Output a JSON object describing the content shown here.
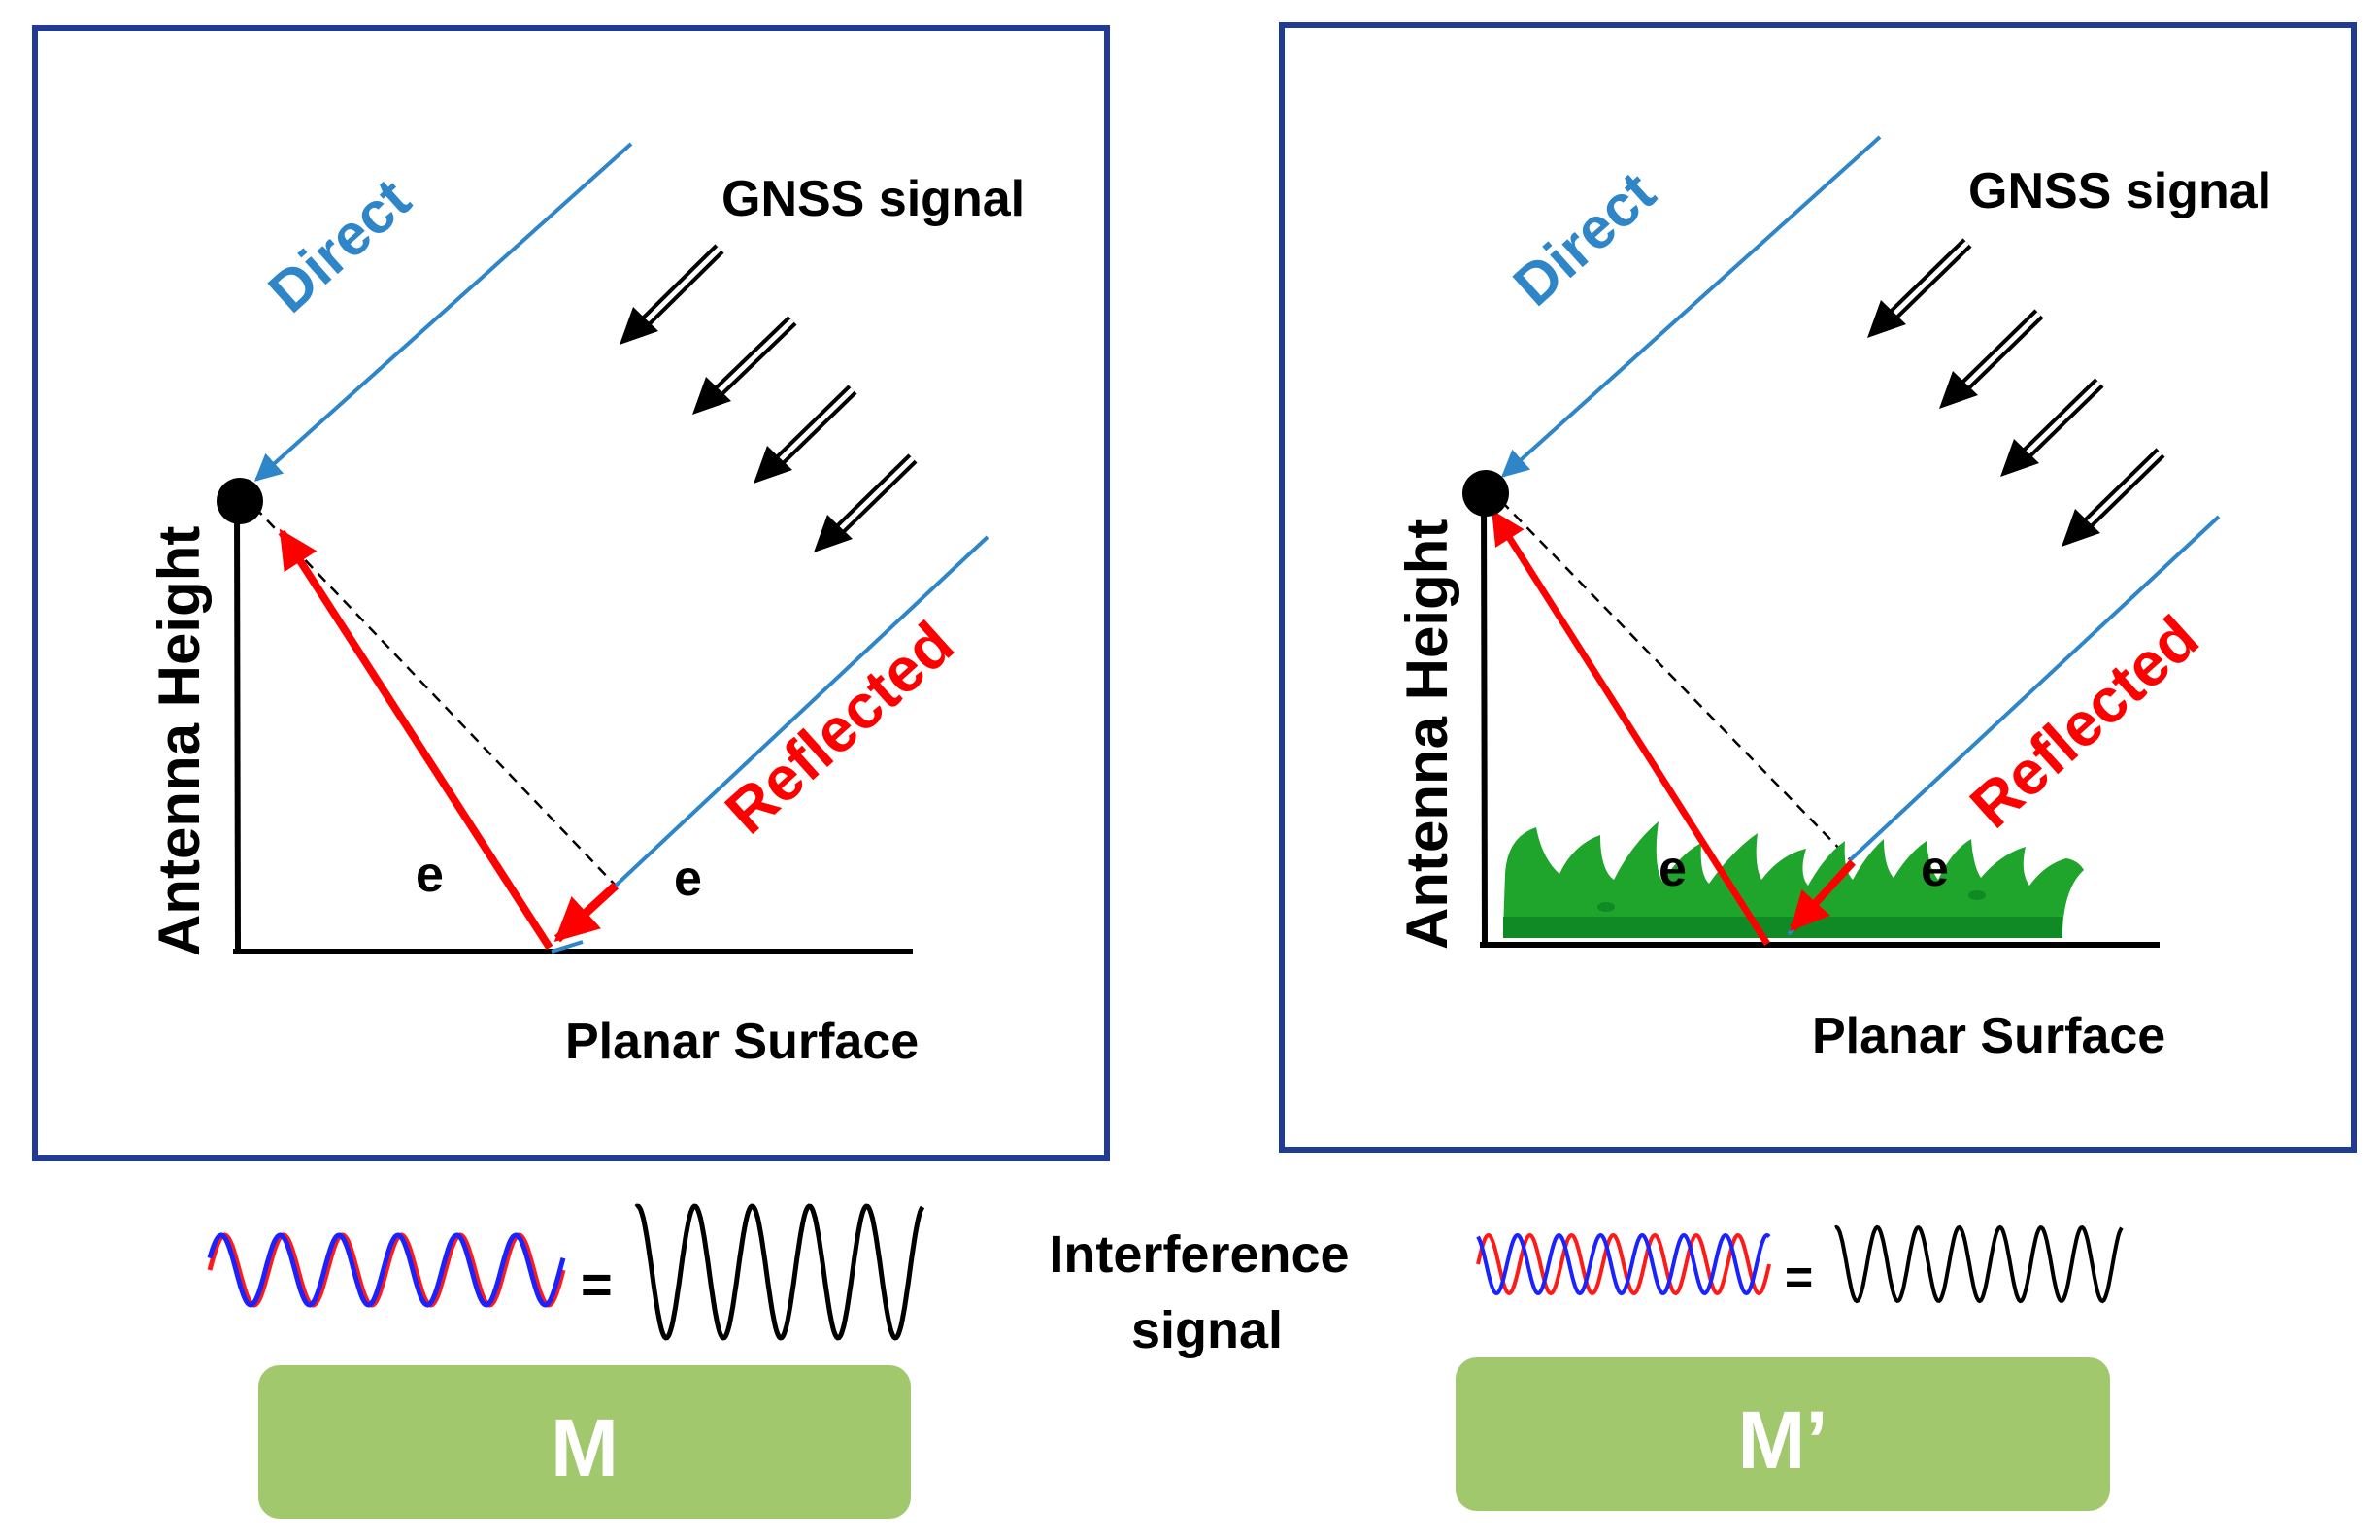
{
  "panels": [
    {
      "direct_label": "Direct",
      "gnss_label": "GNSS signal",
      "reflected_label": "Reflected",
      "height_label": "Antenna Height",
      "angle_label_left": "e",
      "angle_label_right": "e",
      "surface_label": "Planar Surface",
      "vegetation": false
    },
    {
      "direct_label": "Direct",
      "gnss_label": "GNSS signal",
      "reflected_label": "Reflected",
      "height_label": "Antenna Height",
      "angle_label_left": "e",
      "angle_label_right": "e",
      "surface_label": "Planar Surface",
      "vegetation": true
    }
  ],
  "interference": {
    "label_line1": "Interference",
    "label_line2": "signal",
    "equals_left": "=",
    "equals_right": "=",
    "box_left": "M",
    "box_right": "M’"
  },
  "colors": {
    "frame": "#1f3b95",
    "direct": "#2e86c9",
    "reflected": "#ff0000",
    "grass": "#1fa52b",
    "grass_dark": "#0f8a24",
    "box": "#a2c86e",
    "wave_red": "#ff1a1a",
    "wave_blue": "#1a22ff"
  }
}
